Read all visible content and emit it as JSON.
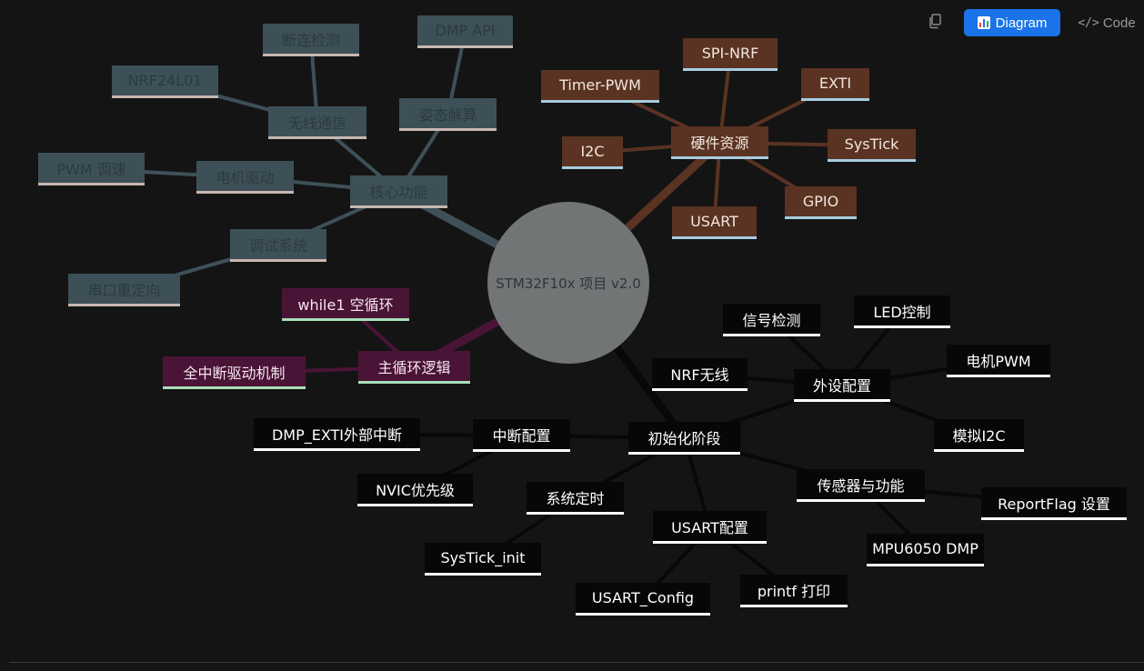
{
  "toolbar": {
    "copy_icon": "copy-icon",
    "diagram_label": "Diagram",
    "diagram_icon": "bar-chart-icon",
    "code_label": "Code",
    "code_icon": "code-icon",
    "accent": "#1a73e8"
  },
  "center": {
    "id": "root",
    "label": "STM32F10x 项目 v2.0"
  },
  "colors": {
    "core": "#3d5058",
    "hardware": "#5a3322",
    "loop": "#4a1436",
    "init": "#080606",
    "center": "#727576"
  },
  "nodes": [
    {
      "id": "core",
      "label": "核心功能",
      "group": "core"
    },
    {
      "id": "wireless",
      "label": "无线通信",
      "group": "core"
    },
    {
      "id": "disconnect",
      "label": "断连检测",
      "group": "core"
    },
    {
      "id": "nrf24",
      "label": "NRF24L01",
      "group": "core"
    },
    {
      "id": "attitude",
      "label": "姿态解算",
      "group": "core"
    },
    {
      "id": "dmpapi",
      "label": "DMP API",
      "group": "core"
    },
    {
      "id": "motor",
      "label": "电机驱动",
      "group": "core"
    },
    {
      "id": "pwmspeed",
      "label": "PWM 调速",
      "group": "core"
    },
    {
      "id": "debug",
      "label": "调试系统",
      "group": "core"
    },
    {
      "id": "uartredir",
      "label": "串口重定向",
      "group": "core"
    },
    {
      "id": "hw",
      "label": "硬件资源",
      "group": "hw"
    },
    {
      "id": "spinrf",
      "label": "SPI-NRF",
      "group": "hw"
    },
    {
      "id": "timerpwm",
      "label": "Timer-PWM",
      "group": "hw"
    },
    {
      "id": "exti",
      "label": "EXTI",
      "group": "hw"
    },
    {
      "id": "i2c",
      "label": "I2C",
      "group": "hw"
    },
    {
      "id": "systick",
      "label": "SysTick",
      "group": "hw"
    },
    {
      "id": "gpio",
      "label": "GPIO",
      "group": "hw"
    },
    {
      "id": "usart",
      "label": "USART",
      "group": "hw"
    },
    {
      "id": "mainloop",
      "label": "主循环逻辑",
      "group": "loop"
    },
    {
      "id": "while1",
      "label": "while1 空循环",
      "group": "loop"
    },
    {
      "id": "irqdriven",
      "label": "全中断驱动机制",
      "group": "loop"
    },
    {
      "id": "init",
      "label": "初始化阶段",
      "group": "init"
    },
    {
      "id": "periph",
      "label": "外设配置",
      "group": "init"
    },
    {
      "id": "sigdetect",
      "label": "信号检测",
      "group": "init"
    },
    {
      "id": "ledctrl",
      "label": "LED控制",
      "group": "init"
    },
    {
      "id": "nrfwireless",
      "label": "NRF无线",
      "group": "init"
    },
    {
      "id": "motorpwm",
      "label": "电机PWM",
      "group": "init"
    },
    {
      "id": "simi2c",
      "label": "模拟I2C",
      "group": "init"
    },
    {
      "id": "irqcfg",
      "label": "中断配置",
      "group": "init"
    },
    {
      "id": "dmpexti",
      "label": "DMP_EXTI外部中断",
      "group": "init"
    },
    {
      "id": "nvic",
      "label": "NVIC优先级",
      "group": "init"
    },
    {
      "id": "systimer",
      "label": "系统定时",
      "group": "init"
    },
    {
      "id": "systickinit",
      "label": "SysTick_init",
      "group": "init"
    },
    {
      "id": "usartcfg",
      "label": "USART配置",
      "group": "init"
    },
    {
      "id": "usartconfig",
      "label": "USART_Config",
      "group": "init"
    },
    {
      "id": "printf",
      "label": "printf 打印",
      "group": "init"
    },
    {
      "id": "sensor",
      "label": "传感器与功能",
      "group": "init"
    },
    {
      "id": "reportflag",
      "label": "ReportFlag 设置",
      "group": "init"
    },
    {
      "id": "mpu",
      "label": "MPU6050 DMP",
      "group": "init"
    }
  ],
  "edges": [
    [
      "root",
      "core"
    ],
    [
      "core",
      "wireless"
    ],
    [
      "wireless",
      "disconnect"
    ],
    [
      "wireless",
      "nrf24"
    ],
    [
      "core",
      "attitude"
    ],
    [
      "attitude",
      "dmpapi"
    ],
    [
      "core",
      "motor"
    ],
    [
      "motor",
      "pwmspeed"
    ],
    [
      "core",
      "debug"
    ],
    [
      "debug",
      "uartredir"
    ],
    [
      "root",
      "hw"
    ],
    [
      "hw",
      "spinrf"
    ],
    [
      "hw",
      "timerpwm"
    ],
    [
      "hw",
      "exti"
    ],
    [
      "hw",
      "i2c"
    ],
    [
      "hw",
      "systick"
    ],
    [
      "hw",
      "gpio"
    ],
    [
      "hw",
      "usart"
    ],
    [
      "root",
      "mainloop"
    ],
    [
      "mainloop",
      "while1"
    ],
    [
      "mainloop",
      "irqdriven"
    ],
    [
      "root",
      "init"
    ],
    [
      "init",
      "periph"
    ],
    [
      "periph",
      "sigdetect"
    ],
    [
      "periph",
      "ledctrl"
    ],
    [
      "periph",
      "nrfwireless"
    ],
    [
      "periph",
      "motorpwm"
    ],
    [
      "periph",
      "simi2c"
    ],
    [
      "init",
      "irqcfg"
    ],
    [
      "irqcfg",
      "dmpexti"
    ],
    [
      "irqcfg",
      "nvic"
    ],
    [
      "init",
      "systimer"
    ],
    [
      "systimer",
      "systickinit"
    ],
    [
      "init",
      "usartcfg"
    ],
    [
      "usartcfg",
      "usartconfig"
    ],
    [
      "usartcfg",
      "printf"
    ],
    [
      "init",
      "sensor"
    ],
    [
      "sensor",
      "reportflag"
    ],
    [
      "sensor",
      "mpu"
    ]
  ]
}
